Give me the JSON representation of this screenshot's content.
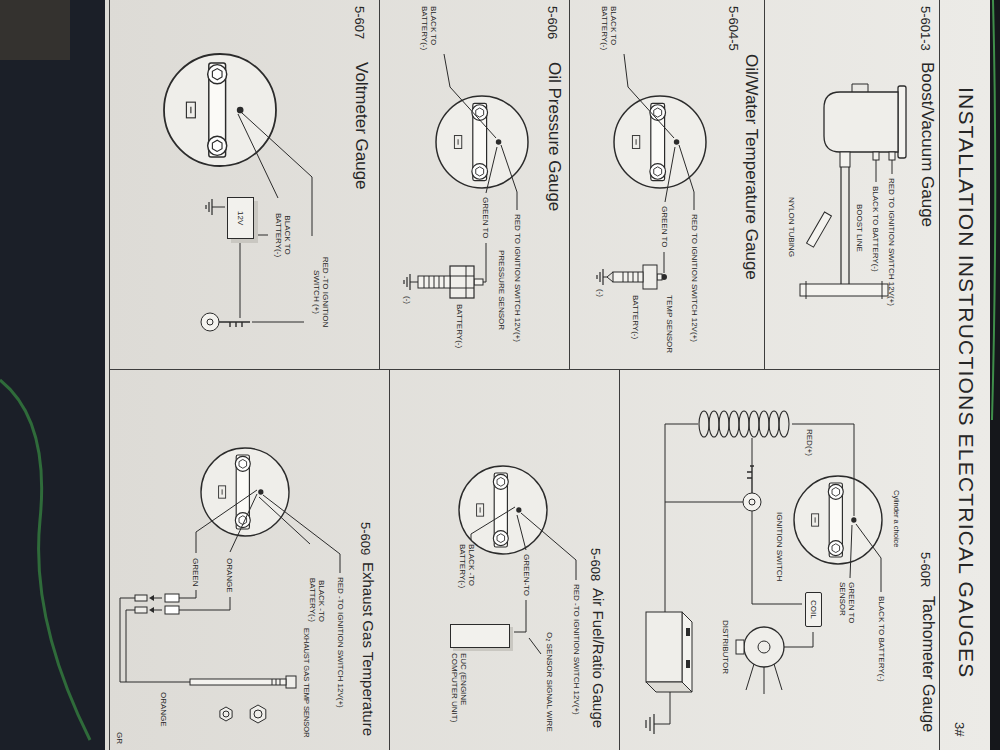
{
  "diagram": {
    "title": "INSTALLATION INSTRUCTIONS ELECTRICAL GAUGES",
    "nodes": [
      {
        "text": [
          "5-601-3",
          "Boost/Vacuum Gauge"
        ]
      },
      {
        "text": [
          "5-60R",
          "Tachometer Gauge"
        ]
      },
      {
        "text": [
          "COIL"
        ],
        "in": 1
      },
      {
        "text": [
          "5-604-5",
          "Oil/Water Temperature Gauge"
        ]
      },
      {
        "text": [
          "5-608",
          "Air Fuel/Ratio Gauge"
        ]
      },
      {
        "text": [
          "EUC (ENGINE COMPUTER UNIT)"
        ],
        "in": 4
      },
      {
        "text": [
          "5-606",
          "Oil Pressure Gauge"
        ]
      },
      {
        "text": [
          "5-607",
          "Voltmeter Gauge"
        ]
      },
      {
        "text": [
          "12V"
        ],
        "in": 7
      },
      {
        "text": [
          "5-609",
          "Exhaust Gas Temperature"
        ]
      }
    ],
    "labels": [
      "3#",
      "RED TO IGNITION SWITCH 12V(+)",
      "BLACK TO BATTERY(-)",
      "BOOST LINE",
      "NYLON TUBING",
      "Cylinder a choice",
      "BLACK TO BATTERY(-)",
      "GREEN TO SENSOR",
      "RED(+)",
      "IGNITION SWITCH",
      "DISTRIBUTOR",
      "RED TO IGNITION SWITCH 12V(+)",
      "GREEN TO",
      "TEMP SENSOR",
      "BATTERY(-)",
      "(-)",
      "BLACK TO BATTERY(-)",
      "RED -TO IGNITION SWITCH 12V(+)",
      "GREEN-TO",
      "O₂ SENSOR SIGNAL WIRE",
      "BLACK -TO BATTERY(-)",
      "RED TO IGNITION SWITCH 12V(+)",
      "GREEN TO",
      "PRESSURE SENSOR",
      "BATTERY(-)",
      "(-)",
      "BLACK TO BATTERY(-)",
      "RED -TO IGNITION SWITCH (+)",
      "BLACK TO BATTERY(-)",
      "RED -TO IGNITION SWITCH 12V(+)",
      "BLACK -TO BATTERY(-)",
      "EXHAUST GAS TEMP SENSOR",
      "ORANGE",
      "GREEN",
      "ORANGE",
      "GR"
    ]
  }
}
